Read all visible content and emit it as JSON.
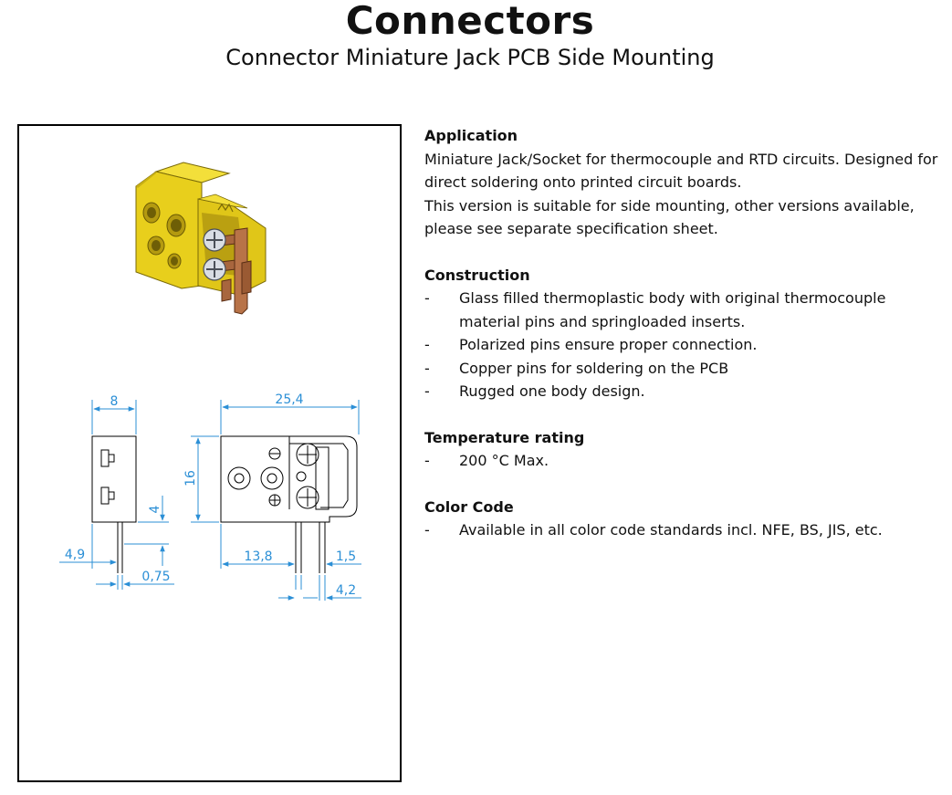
{
  "header": {
    "title": "Connectors",
    "subtitle": "Connector Miniature Jack PCB Side Mounting"
  },
  "drawing": {
    "dimensions": {
      "width_side": "8",
      "width_front": "25,4",
      "height": "16",
      "pin_length": "4",
      "pin_offset_side": "4,9",
      "pin_thickness": "0,75",
      "pin_offset_front": "13,8",
      "pin_width": "1,5",
      "pin_spacing": "4,2"
    },
    "colors": {
      "body": "#e8cf1c",
      "body_dark": "#b49a10",
      "copper": "#a8663e",
      "dimension": "#2b8fd6"
    }
  },
  "sections": {
    "application": {
      "heading": "Application",
      "paragraphs": [
        "Miniature Jack/Socket for thermocouple and RTD circuits. Designed for direct soldering onto printed circuit boards.",
        "This version is suitable for side mounting, other versions available, please see separate specification sheet."
      ]
    },
    "construction": {
      "heading": "Construction",
      "bullet": "-",
      "items": [
        "Glass filled thermoplastic body with original thermocouple material pins and springloaded inserts.",
        "Polarized pins ensure proper connection.",
        "Copper pins for soldering on the PCB",
        "Rugged one body design."
      ]
    },
    "temperature": {
      "heading": "Temperature rating",
      "bullet": "-",
      "items": [
        "200 °C Max."
      ]
    },
    "color_code": {
      "heading": "Color Code",
      "bullet": "-",
      "items": [
        "Available in all color code standards incl. NFE, BS, JIS, etc."
      ]
    }
  }
}
